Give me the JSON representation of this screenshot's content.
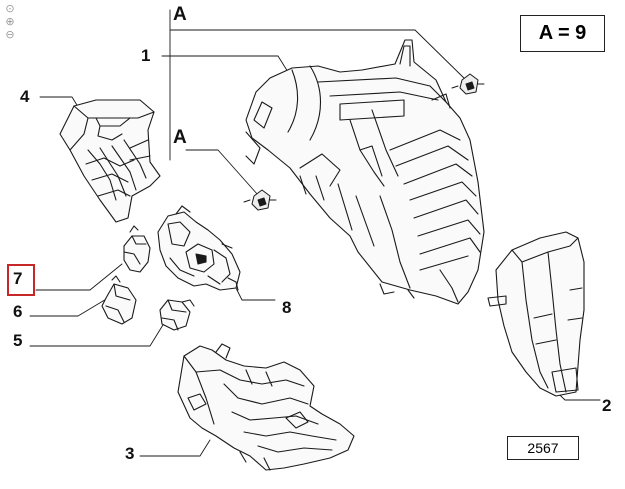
{
  "toolbar": {
    "zoom_reset_icon": "zoom-reset-icon",
    "zoom_in_icon": "zoom-in-icon",
    "zoom_out_icon": "zoom-out-icon",
    "zoom_reset_glyph": "⊙",
    "zoom_in_glyph": "⊕",
    "zoom_out_glyph": "⊖"
  },
  "legend": {
    "text": "A = 9"
  },
  "reference": {
    "text": "2567"
  },
  "callouts": {
    "a_top": "A",
    "a_mid": "A",
    "p1": "1",
    "p2": "2",
    "p3": "3",
    "p4": "4",
    "p5": "5",
    "p6": "6",
    "p7": "7",
    "p8": "8"
  },
  "highlight": {
    "part": "7",
    "color": "#c62828"
  }
}
